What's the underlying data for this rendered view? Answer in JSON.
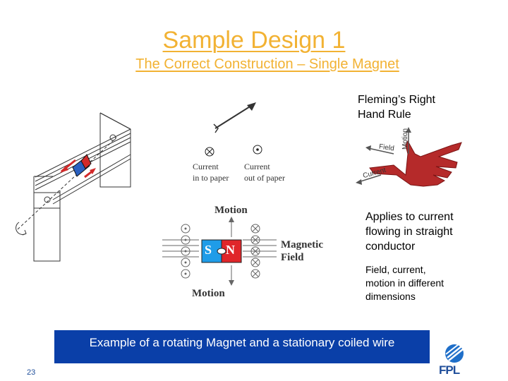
{
  "slide": {
    "title": "Sample Design 1",
    "subtitle": "The Correct Construction – Single Magnet",
    "page_number": "23"
  },
  "fleming": {
    "title_line1": "Fleming’s Right",
    "title_line2": "Hand Rule",
    "motion_label": "Motion",
    "field_label": "Field",
    "current_label": "Current"
  },
  "symbols": {
    "in_line1": "Current",
    "in_line2": "in to paper",
    "out_line1": "Current",
    "out_line2": "out of paper"
  },
  "diagram": {
    "motion_top": "Motion",
    "motion_bottom": "Motion",
    "magnetic_line1": "Magnetic",
    "magnetic_line2": "Field",
    "south": "S",
    "north": "N"
  },
  "notes": {
    "applies_line1": "Applies to current",
    "applies_line2": "flowing in straight",
    "applies_line3": "conductor",
    "fcm_line1": "Field, current,",
    "fcm_line2": "motion in different",
    "fcm_line3": "dimensions"
  },
  "banner": {
    "text": "Example of a rotating Magnet and a stationary coiled wire"
  },
  "logo": {
    "text": "FPL"
  },
  "colors": {
    "title": "#F2B233",
    "banner": "#0A3FA8",
    "hand": "#B52A2A",
    "magnet_south": "#1F9CE8",
    "magnet_north": "#E0262A"
  }
}
